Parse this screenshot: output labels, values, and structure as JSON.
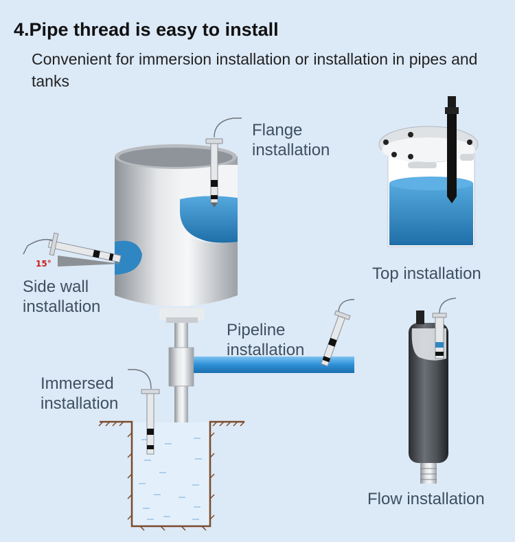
{
  "header": {
    "title": "4.Pipe thread is easy to install",
    "subtitle": "Convenient for immersion installation or installation in pipes and tanks"
  },
  "labels": {
    "flange": [
      "Flange",
      "installation"
    ],
    "side_wall": [
      "Side wall",
      "installation"
    ],
    "immersed": [
      "Immersed",
      "installation"
    ],
    "pipeline": [
      "Pipeline",
      "installation"
    ],
    "top": "Top installation",
    "flow": "Flow installation",
    "angle": "15°"
  },
  "colors": {
    "background": "#dce9f7",
    "water": "#2f86c2",
    "pipe": "#2e8fd6",
    "tank_steel": "#c9ccd0",
    "angle_text": "#cc1d1d"
  },
  "icons": [
    "tank-icon",
    "sensor-probe-icon",
    "pit-icon",
    "flow-cell-icon"
  ]
}
